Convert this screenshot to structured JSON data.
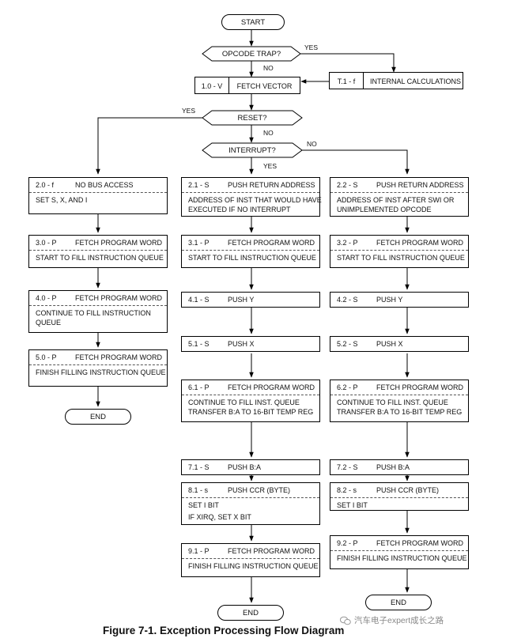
{
  "flow": {
    "start": "START",
    "opcode_trap": "OPCODE TRAP?",
    "opcode_yes": "YES",
    "opcode_no": "NO",
    "fetch_vector": {
      "step": "1.0 - V",
      "title": "FETCH VECTOR"
    },
    "internal_calc": {
      "step": "T.1 - f",
      "title": "INTERNAL CALCULATIONS"
    },
    "reset": "RESET?",
    "reset_yes": "YES",
    "reset_no": "NO",
    "interrupt": "INTERRUPT?",
    "interrupt_yes": "YES",
    "interrupt_no": "NO",
    "left": {
      "b20": {
        "step": "2.0 - f",
        "title": "NO BUS ACCESS",
        "body": [
          "SET S, X, AND I"
        ]
      },
      "b30": {
        "step": "3.0 - P",
        "title": "FETCH PROGRAM WORD",
        "body": [
          "START TO FILL INSTRUCTION QUEUE"
        ]
      },
      "b40": {
        "step": "4.0 - P",
        "title": "FETCH PROGRAM WORD",
        "body": [
          "CONTINUE TO FILL INSTRUCTION",
          "QUEUE"
        ]
      },
      "b50": {
        "step": "5.0 - P",
        "title": "FETCH PROGRAM WORD",
        "body": [
          "FINISH FILLING INSTRUCTION QUEUE"
        ]
      },
      "end": "END"
    },
    "middle": {
      "b21": {
        "step": "2.1 - S",
        "title": "PUSH RETURN ADDRESS",
        "body": [
          "ADDRESS OF INST THAT WOULD HAVE",
          "EXECUTED IF NO INTERRUPT"
        ]
      },
      "b31": {
        "step": "3.1 - P",
        "title": "FETCH PROGRAM WORD",
        "body": [
          "START TO FILL INSTRUCTION QUEUE"
        ]
      },
      "b41": {
        "step": "4.1 - S",
        "title": "PUSH Y"
      },
      "b51": {
        "step": "5.1 - S",
        "title": "PUSH X"
      },
      "b61": {
        "step": "6.1 - P",
        "title": "FETCH PROGRAM WORD",
        "body": [
          "CONTINUE TO FILL INST. QUEUE",
          "TRANSFER B:A TO 16-BIT TEMP REG"
        ]
      },
      "b71": {
        "step": "7.1 - S",
        "title": "PUSH B:A"
      },
      "b81": {
        "step": "8.1 - s",
        "title": "PUSH CCR (BYTE)",
        "body": [
          "SET I BIT",
          "IF  XIRQ, SET X BIT"
        ]
      },
      "b91": {
        "step": "9.1 - P",
        "title": "FETCH PROGRAM WORD",
        "body": [
          "FINISH FILLING INSTRUCTION QUEUE"
        ]
      },
      "end": "END"
    },
    "right": {
      "b22": {
        "step": "2.2 - S",
        "title": "PUSH RETURN ADDRESS",
        "body": [
          "ADDRESS OF INST AFTER SWI OR",
          "UNIMPLEMENTED OPCODE"
        ]
      },
      "b32": {
        "step": "3.2 - P",
        "title": "FETCH PROGRAM WORD",
        "body": [
          "START TO FILL INSTRUCTION QUEUE"
        ]
      },
      "b42": {
        "step": "4.2 - S",
        "title": "PUSH Y"
      },
      "b52": {
        "step": "5.2 - S",
        "title": "PUSH X"
      },
      "b62": {
        "step": "6.2 - P",
        "title": "FETCH PROGRAM WORD",
        "body": [
          "CONTINUE TO FILL INST. QUEUE",
          "TRANSFER B:A TO 16-BIT TEMP REG"
        ]
      },
      "b72": {
        "step": "7.2 - S",
        "title": "PUSH B:A"
      },
      "b82": {
        "step": "8.2 - s",
        "title": "PUSH CCR (BYTE)",
        "body": [
          "SET I BIT"
        ]
      },
      "b92": {
        "step": "9.2 - P",
        "title": "FETCH PROGRAM WORD",
        "body": [
          "FINISH FILLING INSTRUCTION QUEUE"
        ]
      },
      "end": "END"
    }
  },
  "caption": "Figure 7-1. Exception Processing Flow Diagram",
  "watermark": "汽车电子expert成长之路",
  "watermark_icon": "wechat-icon"
}
